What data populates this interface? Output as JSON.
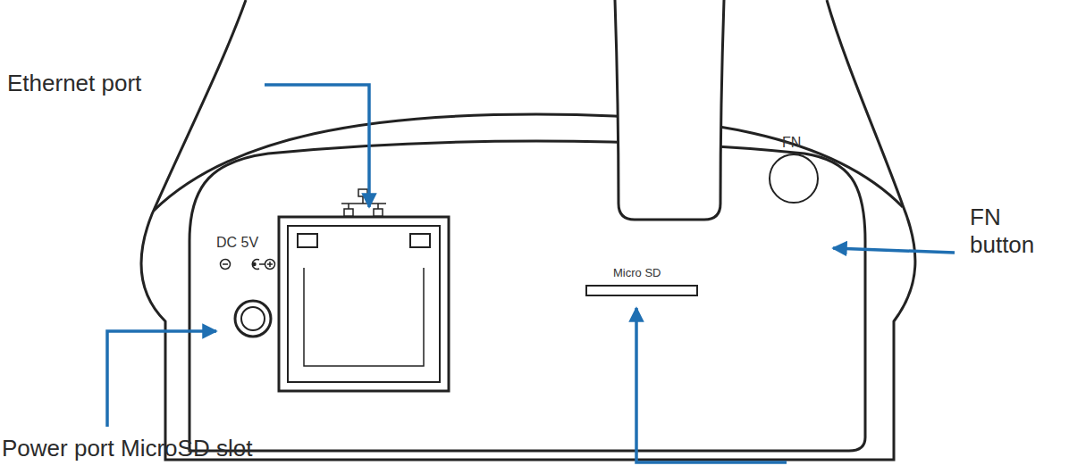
{
  "diagram": {
    "labels": [
      "Ethernet port",
      "FN button",
      "Power port",
      "MicroSD slot",
      "DC 5V",
      "Micro SD",
      "FN"
    ]
  }
}
